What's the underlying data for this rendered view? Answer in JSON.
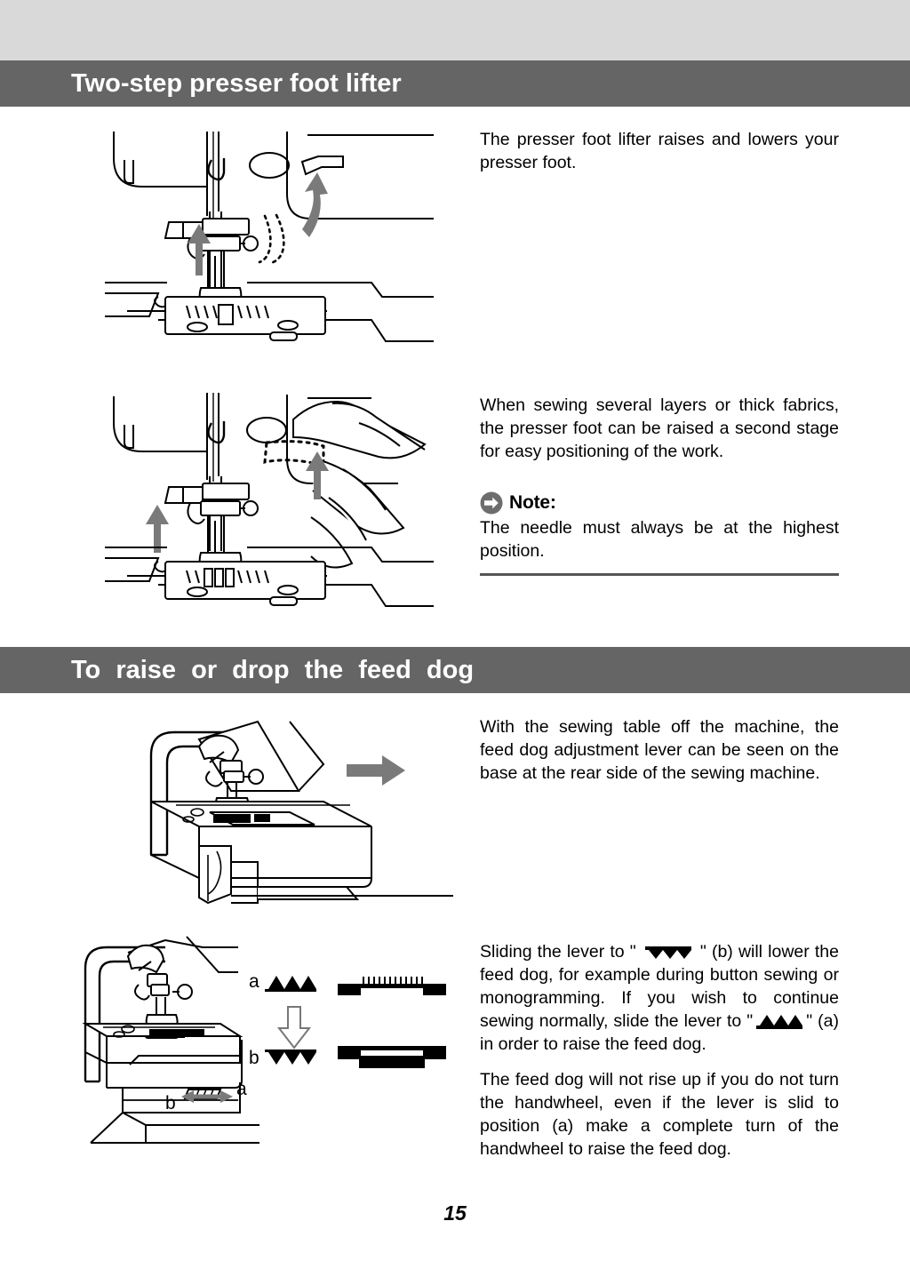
{
  "page": {
    "number": "15"
  },
  "sections": [
    {
      "id": "two-step-presser-foot-lifter",
      "title": "Two-step presser foot lifter",
      "paragraphs": [
        "The presser foot lifter raises and lowers your presser foot.",
        "When sewing several layers or thick fabrics, the presser foot can be raised a second stage for easy positioning of the work."
      ],
      "note": {
        "icon": "arrow-circle-right-icon",
        "label": "Note:",
        "text": "The needle must always be at the highest position."
      }
    },
    {
      "id": "to-raise-or-drop-the-feed-dog",
      "title": "To raise or drop the feed dog",
      "paragraphs": [
        "With the sewing table off the machine, the feed dog adjustment lever can be seen on the base at the rear side of the sewing machine.",
        "The feed dog will not rise up if you do not turn the handwheel, even if the lever is slid to position (a) make a complete turn of the handwheel  to raise the feed dog."
      ],
      "lever_paragraph": {
        "part1": "Sliding the lever to \" ",
        "glyph_lowered": "feed-dog-lowered-glyph",
        "part2": " \" (b) will lower the feed dog, for example during button sewing or monogramming. If you wish to continue sewing normally, slide the lever to \"",
        "glyph_raised": "feed-dog-raised-glyph",
        "part3": "\" (a) in order to raise the feed dog."
      }
    }
  ],
  "figures": {
    "presser_foot_raised": {
      "name": "sewing-machine-presser-foot-lifter-first-stage",
      "arrows": [
        "up-arrow",
        "curved-up-arrow"
      ]
    },
    "presser_foot_second_stage": {
      "name": "sewing-machine-presser-foot-lifter-second-stage-with-hand",
      "arrows": [
        "up-arrow",
        "up-arrow"
      ]
    },
    "sewing_table_off": {
      "name": "sewing-machine-with-sewing-table-removal",
      "arrows": [
        "right-arrow"
      ]
    },
    "feed_dog_lever": {
      "name": "sewing-machine-feed-dog-lever-detail",
      "labels": {
        "left": "b",
        "right": "a"
      },
      "arrow": "double-headed-horizontal-arrow"
    },
    "feed_dog_diagram": {
      "name": "feed-dog-position-diagram",
      "rows": [
        {
          "label": "a",
          "state": "raised"
        },
        {
          "label": "b",
          "state": "lowered"
        }
      ],
      "arrow": "hollow-down-arrow"
    }
  },
  "colors": {
    "header_bar": "#656565",
    "top_band": "#d9d9d9",
    "arrow_gray": "#7a7a7a",
    "text": "#000000",
    "rule": "#555555"
  }
}
